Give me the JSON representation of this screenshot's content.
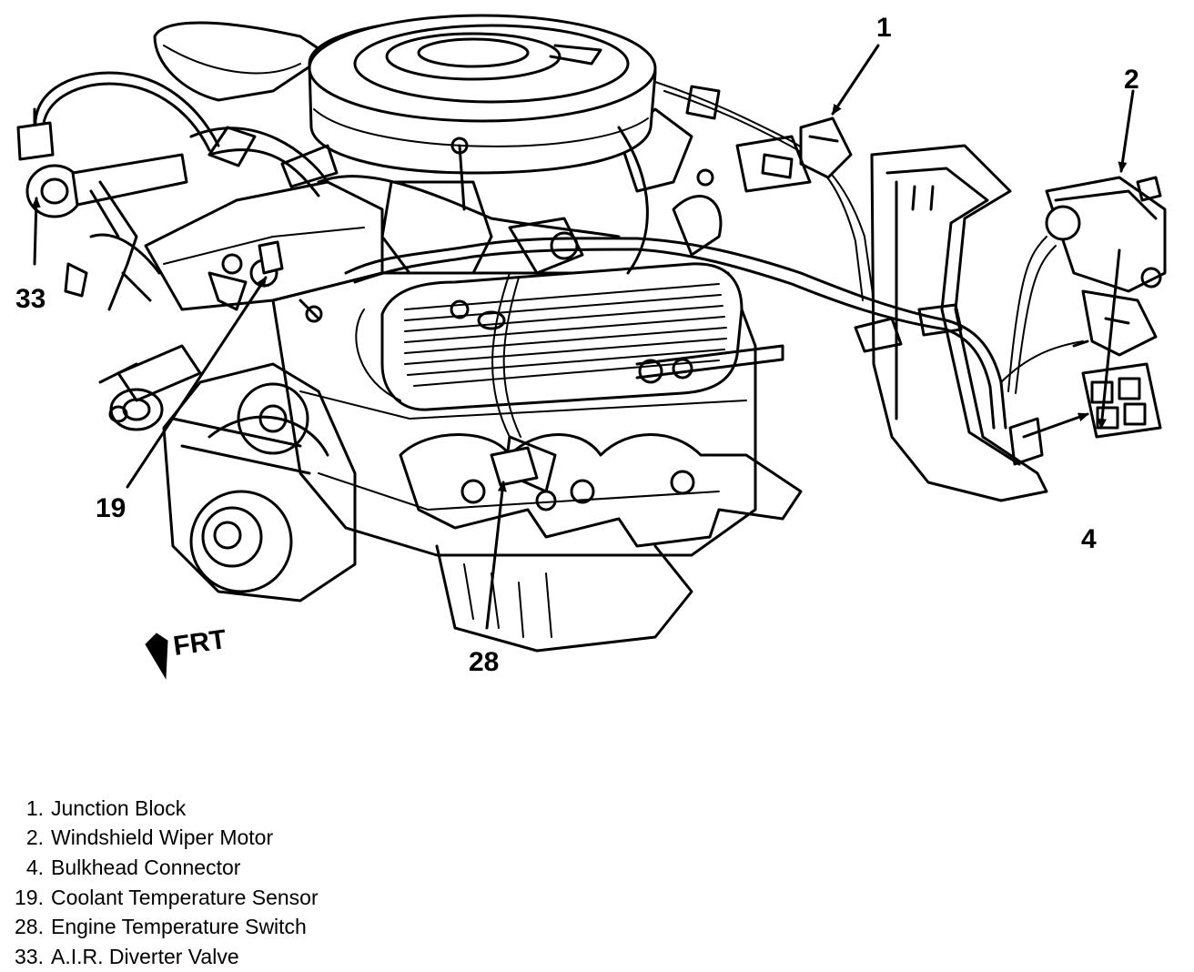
{
  "callouts": [
    {
      "id": "1",
      "label": "1"
    },
    {
      "id": "2",
      "label": "2"
    },
    {
      "id": "4",
      "label": "4"
    },
    {
      "id": "19",
      "label": "19"
    },
    {
      "id": "28",
      "label": "28"
    },
    {
      "id": "33",
      "label": "33"
    }
  ],
  "direction": {
    "label": "FRT"
  },
  "legend": [
    {
      "number": "1.",
      "label": "Junction Block"
    },
    {
      "number": "2.",
      "label": "Windshield Wiper Motor"
    },
    {
      "number": "4.",
      "label": "Bulkhead Connector"
    },
    {
      "number": "19.",
      "label": "Coolant Temperature Sensor"
    },
    {
      "number": "28.",
      "label": "Engine Temperature Switch"
    },
    {
      "number": "33.",
      "label": "A.I.R. Diverter Valve"
    }
  ]
}
